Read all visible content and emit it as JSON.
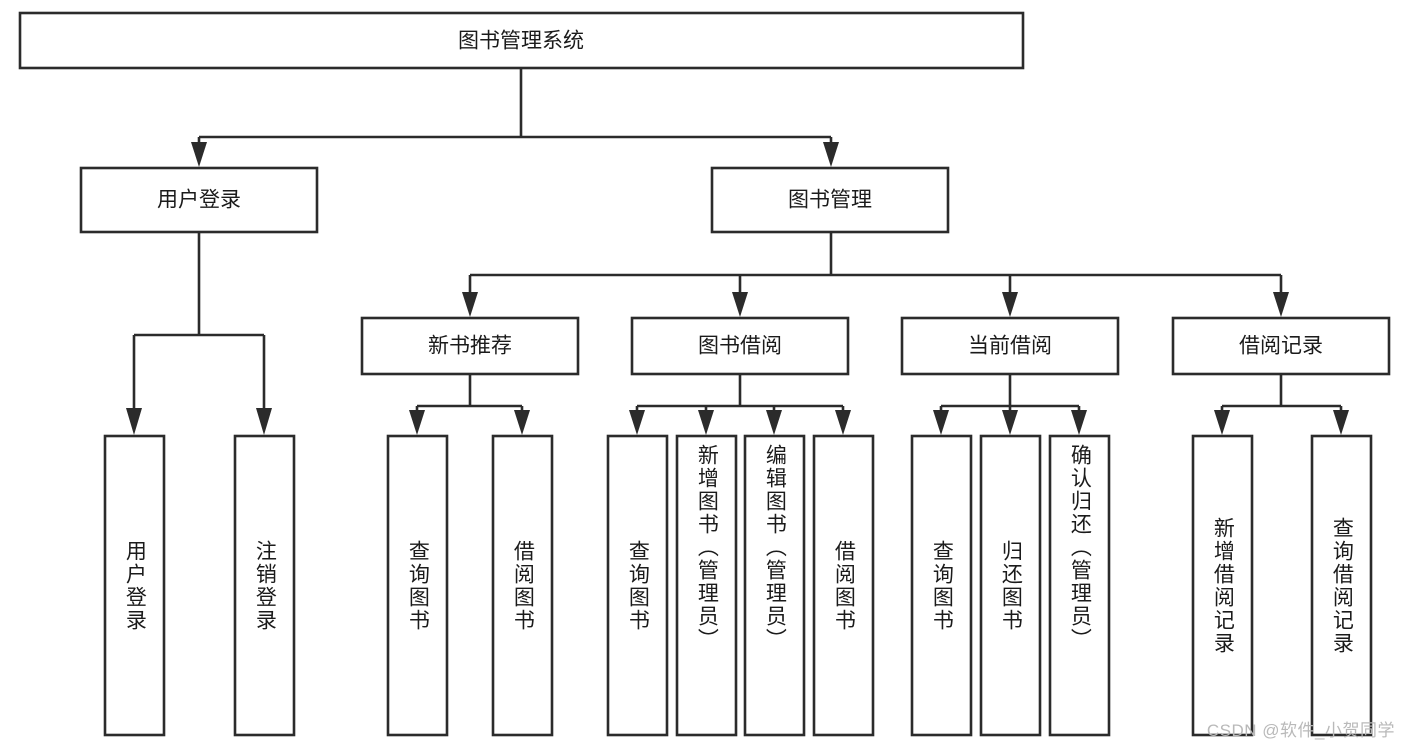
{
  "diagram": {
    "type": "tree",
    "title": "图书管理系统",
    "orientation": "top-down",
    "colors": {
      "stroke": "#2b2b2b",
      "fill": "#ffffff",
      "text": "#1b1b1b",
      "watermark": "#b9b9b9"
    },
    "levels": {
      "root": {
        "label": "图书管理系统"
      },
      "level2": [
        {
          "id": "user-login",
          "label": "用户登录"
        },
        {
          "id": "book-management",
          "label": "图书管理"
        }
      ],
      "level3": [
        {
          "id": "new-book-recommend",
          "label": "新书推荐",
          "parent": "book-management"
        },
        {
          "id": "book-borrow",
          "label": "图书借阅",
          "parent": "book-management"
        },
        {
          "id": "current-borrow",
          "label": "当前借阅",
          "parent": "book-management"
        },
        {
          "id": "borrow-record",
          "label": "借阅记录",
          "parent": "book-management"
        }
      ],
      "leaves": [
        {
          "id": "leaf-user-login",
          "label": "用户登录",
          "parent": "user-login"
        },
        {
          "id": "leaf-logout",
          "label": "注销登录",
          "parent": "user-login"
        },
        {
          "id": "leaf-query-book-1",
          "label": "查询图书",
          "parent": "new-book-recommend"
        },
        {
          "id": "leaf-borrow-book-1",
          "label": "借阅图书",
          "parent": "new-book-recommend"
        },
        {
          "id": "leaf-query-book-2",
          "label": "查询图书",
          "parent": "book-borrow"
        },
        {
          "id": "leaf-add-book",
          "label": "新增图书（管理员）",
          "parent": "book-borrow"
        },
        {
          "id": "leaf-edit-book",
          "label": "编辑图书（管理员）",
          "parent": "book-borrow"
        },
        {
          "id": "leaf-borrow-book-2",
          "label": "借阅图书",
          "parent": "book-borrow"
        },
        {
          "id": "leaf-query-book-3",
          "label": "查询图书",
          "parent": "current-borrow"
        },
        {
          "id": "leaf-return-book",
          "label": "归还图书",
          "parent": "current-borrow"
        },
        {
          "id": "leaf-confirm-return",
          "label": "确认归还（管理员）",
          "parent": "current-borrow"
        },
        {
          "id": "leaf-add-record",
          "label": "新增借阅记录",
          "parent": "borrow-record"
        },
        {
          "id": "leaf-query-record",
          "label": "查询借阅记录",
          "parent": "borrow-record"
        }
      ]
    },
    "watermark": "CSDN @软件_小贺同学"
  }
}
